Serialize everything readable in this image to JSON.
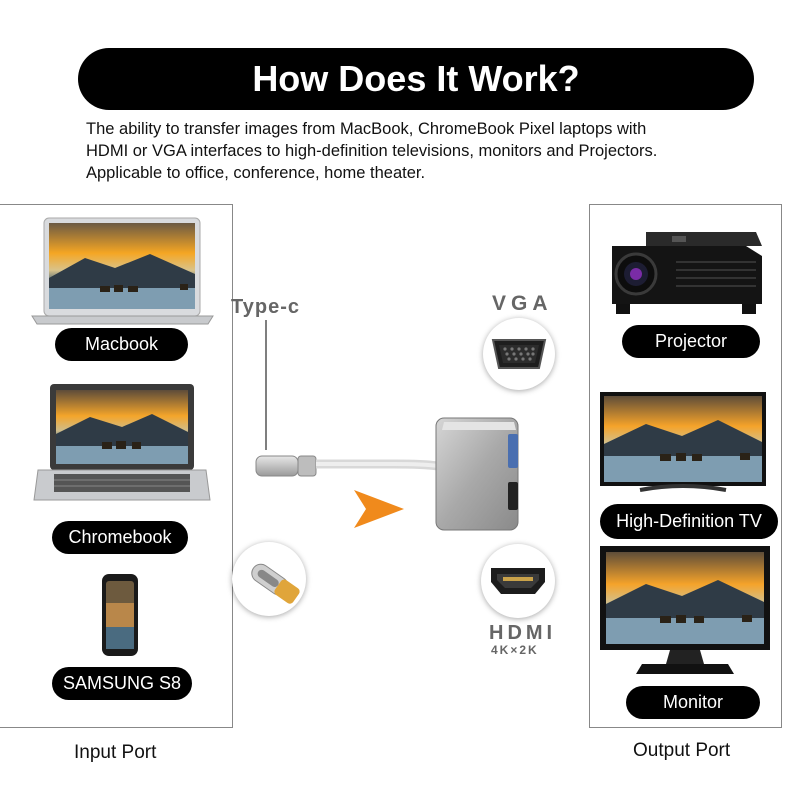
{
  "title": "How Does It Work?",
  "description": [
    "The ability to transfer images from MacBook, ChromeBook Pixel laptops with",
    "HDMI or VGA interfaces to high-definition televisions, monitors and Projectors.",
    "Applicable to office, conference, home theater."
  ],
  "input": {
    "devices": [
      {
        "label": "Macbook",
        "icon": "laptop-icon"
      },
      {
        "label": "Chromebook",
        "icon": "laptop-icon"
      },
      {
        "label": "SAMSUNG S8",
        "icon": "smartphone-icon"
      }
    ],
    "caption": "Input Port"
  },
  "output": {
    "devices": [
      {
        "label": "Projector",
        "icon": "projector-icon"
      },
      {
        "label": "High-Definition TV",
        "icon": "tv-icon"
      },
      {
        "label": "Monitor",
        "icon": "monitor-icon"
      }
    ],
    "caption": "Output Port"
  },
  "adapter": {
    "type_c_label": "Type-c",
    "vga_label": "VGA",
    "hdmi_label": "HDMI",
    "hdmi_sub": "4K×2K"
  },
  "colors": {
    "banner": "#000000",
    "arrow": "#f08a1c",
    "adapter": "#9a9a9a"
  }
}
